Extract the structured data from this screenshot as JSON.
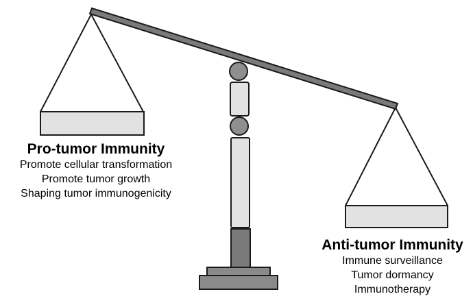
{
  "left_side": {
    "title": "Pro-tumor Immunity",
    "items": [
      "Promote cellular transformation",
      "Promote tumor growth",
      "Shaping tumor immunogenicity"
    ]
  },
  "right_side": {
    "title": "Anti-tumor Immunity",
    "items": [
      "Immune surveillance",
      "Tumor dormancy",
      "Immunotherapy"
    ]
  },
  "colors": {
    "beam": "#7a7a7a",
    "pan": "#e2e2e2",
    "column_segment": "#e2e2e2",
    "knob": "#8f8f8f",
    "base": "#8a8a8a",
    "outline": "#1a1a1a"
  }
}
